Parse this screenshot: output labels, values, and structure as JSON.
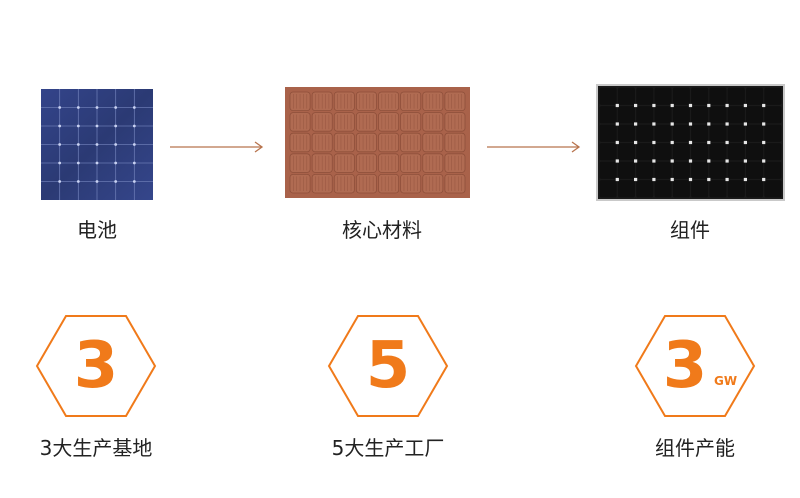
{
  "flow": {
    "steps": [
      {
        "label": "电池",
        "image_icon": "solar-cell-icon"
      },
      {
        "label": "核心材料",
        "image_icon": "core-material-icon"
      },
      {
        "label": "组件",
        "image_icon": "solar-module-icon"
      }
    ],
    "arrow_color": "#b8744d"
  },
  "stats": [
    {
      "number": "3",
      "unit": "",
      "label": "3大生产基地"
    },
    {
      "number": "5",
      "unit": "",
      "label": "5大生产工厂"
    },
    {
      "number": "3",
      "unit": "GW",
      "label": "组件产能"
    }
  ],
  "colors": {
    "accent": "#f07a1a",
    "cell_blue": "#2f3f78",
    "material_brown": "#a9624a",
    "module_black": "#161616"
  }
}
